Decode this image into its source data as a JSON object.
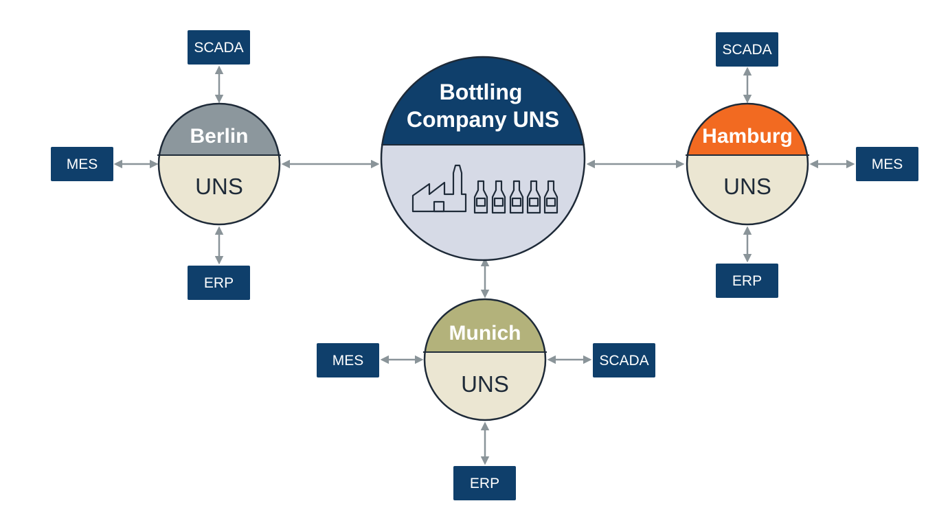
{
  "hub": {
    "title_line1": "Bottling",
    "title_line2": "Company UNS",
    "icon": "factory-and-bottles-icon"
  },
  "sites": [
    {
      "id": "berlin",
      "name": "Berlin",
      "body": "UNS",
      "systems": {
        "top": "SCADA",
        "side": "MES",
        "bottom": "ERP"
      }
    },
    {
      "id": "hamburg",
      "name": "Hamburg",
      "body": "UNS",
      "systems": {
        "top": "SCADA",
        "side": "MES",
        "bottom": "ERP"
      }
    },
    {
      "id": "munich",
      "name": "Munich",
      "body": "UNS",
      "systems": {
        "left": "MES",
        "right": "SCADA",
        "bottom": "ERP"
      }
    }
  ],
  "colors": {
    "box": "#0f3f6b",
    "hub_top": "#0f3f6b",
    "hub_bottom": "#d6dae6",
    "uns_body": "#ebe6d2",
    "berlin": "#8c979d",
    "hamburg": "#f26a21",
    "munich": "#b3b27b",
    "connector": "#8a9499",
    "outline": "#1e2a38"
  }
}
